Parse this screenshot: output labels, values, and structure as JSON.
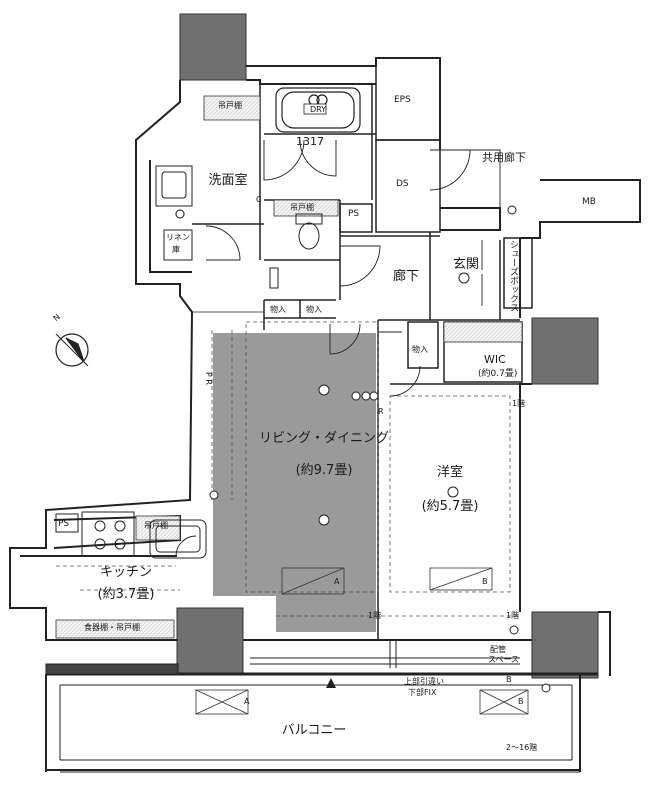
{
  "rooms": {
    "living_dining": {
      "name": "リビング・ダイニング",
      "area": "(約9.7畳)"
    },
    "western_room": {
      "name": "洋室",
      "area": "(約5.7畳)"
    },
    "kitchen": {
      "name": "キッチン",
      "area": "(約3.7畳)"
    },
    "washroom": {
      "name": "洗面室"
    },
    "entrance": {
      "name": "玄関"
    },
    "hallway": {
      "name": "廊下"
    },
    "balcony": {
      "name": "バルコニー"
    },
    "common_corridor": {
      "name": "共用廊下"
    },
    "wic": {
      "name": "WIC",
      "area": "(約0.7畳)"
    }
  },
  "labels": {
    "eps": "EPS",
    "ds": "DS",
    "mb": "MB",
    "ps_upper": "PS",
    "ps_kitchen": "PS",
    "bath_size": "1317",
    "hanging_shelf_wash": "吊戸棚",
    "hanging_shelf_toilet": "吊戸棚",
    "hanging_shelf_kitchen": "吊戸棚",
    "dish_shelf": "食器棚・吊戸棚",
    "linen_1": "リネン",
    "linen_2": "庫",
    "storage_1": "物入",
    "storage_2": "物入",
    "storage_3": "物入",
    "shoe_box": "シューズボックス",
    "pipe_space_1": "配管",
    "pipe_space_2": "スペース",
    "upper_sliding_1": "上部引違い",
    "upper_sliding_2": "下部FIX",
    "floor_range": "2〜16階",
    "floor_1_a": "1階",
    "floor_1_b": "1階",
    "floor_1_c": "1階",
    "mark_c": "C",
    "mark_r": "R",
    "mark_a_living": "A",
    "mark_a_balcony": "A",
    "mark_b_western": "B",
    "mark_b_balcony": "B",
    "mark_b_small": "B",
    "mark_pr": "P R",
    "dry": "DRY",
    "compass": "N"
  }
}
